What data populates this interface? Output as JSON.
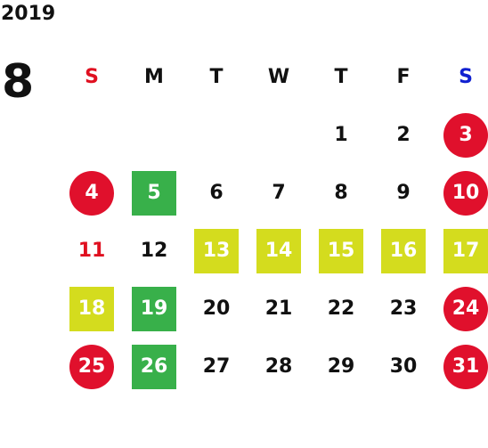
{
  "calendar": {
    "year": "2019",
    "month": "8",
    "weekdays": [
      "S",
      "M",
      "T",
      "W",
      "T",
      "F",
      "S"
    ],
    "weekday_colors": [
      "#e01020",
      "#111111",
      "#111111",
      "#111111",
      "#111111",
      "#111111",
      "#1020d0"
    ],
    "first_weekday_index": 4,
    "days_in_month": 31,
    "colors": {
      "holiday_red": "#e0102c",
      "green": "#38b04a",
      "yellow": "#d4dc1e",
      "red_text": "#e01020"
    },
    "days": [
      {
        "label": "1",
        "style": "plain"
      },
      {
        "label": "2",
        "style": "plain"
      },
      {
        "label": "3",
        "style": "red-circle"
      },
      {
        "label": "4",
        "style": "red-circle"
      },
      {
        "label": "5",
        "style": "green-square"
      },
      {
        "label": "6",
        "style": "plain"
      },
      {
        "label": "7",
        "style": "plain"
      },
      {
        "label": "8",
        "style": "plain"
      },
      {
        "label": "9",
        "style": "plain"
      },
      {
        "label": "10",
        "style": "red-circle"
      },
      {
        "label": "11",
        "style": "red-text"
      },
      {
        "label": "12",
        "style": "plain"
      },
      {
        "label": "13",
        "style": "yellow-square"
      },
      {
        "label": "14",
        "style": "yellow-square"
      },
      {
        "label": "15",
        "style": "yellow-square"
      },
      {
        "label": "16",
        "style": "yellow-square"
      },
      {
        "label": "17",
        "style": "yellow-square"
      },
      {
        "label": "18",
        "style": "yellow-square"
      },
      {
        "label": "19",
        "style": "green-square"
      },
      {
        "label": "20",
        "style": "plain"
      },
      {
        "label": "21",
        "style": "plain"
      },
      {
        "label": "22",
        "style": "plain"
      },
      {
        "label": "23",
        "style": "plain"
      },
      {
        "label": "24",
        "style": "red-circle"
      },
      {
        "label": "25",
        "style": "red-circle"
      },
      {
        "label": "26",
        "style": "green-square"
      },
      {
        "label": "27",
        "style": "plain"
      },
      {
        "label": "28",
        "style": "plain"
      },
      {
        "label": "29",
        "style": "plain"
      },
      {
        "label": "30",
        "style": "plain"
      },
      {
        "label": "31",
        "style": "red-circle"
      }
    ]
  }
}
